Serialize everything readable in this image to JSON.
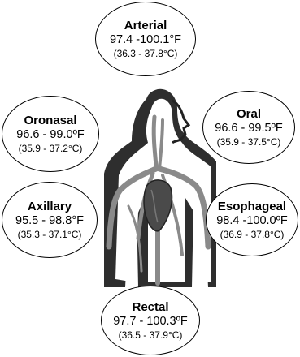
{
  "sites": {
    "arterial": {
      "name": "Arterial",
      "fahrenheit": "97.4 -100.1°F",
      "celsius": "(36.3 - 37.8°C)"
    },
    "oronasal": {
      "name": "Oronasal",
      "fahrenheit": "96.6 - 99.0ºF",
      "celsius": "(35.9 - 37.2°C)"
    },
    "oral": {
      "name": "Oral",
      "fahrenheit": "96.6 - 99.5ºF",
      "celsius": "(35.9 - 37.5°C)"
    },
    "axillary": {
      "name": "Axillary",
      "fahrenheit": "95.5 - 98.8°F",
      "celsius": "(35.3 - 37.1°C)"
    },
    "esophageal": {
      "name": "Esophageal",
      "fahrenheit": "98.4 -100.0ºF",
      "celsius": "(36.9 - 37.8°C)"
    },
    "rectal": {
      "name": "Rectal",
      "fahrenheit": "97.7 - 100.3ºF",
      "celsius": "(36.5 - 37.9°C)"
    }
  },
  "colors": {
    "outline": "#000000",
    "body_shading": "#3a3a3a",
    "vessels": "#8a8a8a",
    "heart": "#4a4a4a"
  },
  "icons": {
    "figure": "human-torso-circulatory-system-illustration"
  }
}
